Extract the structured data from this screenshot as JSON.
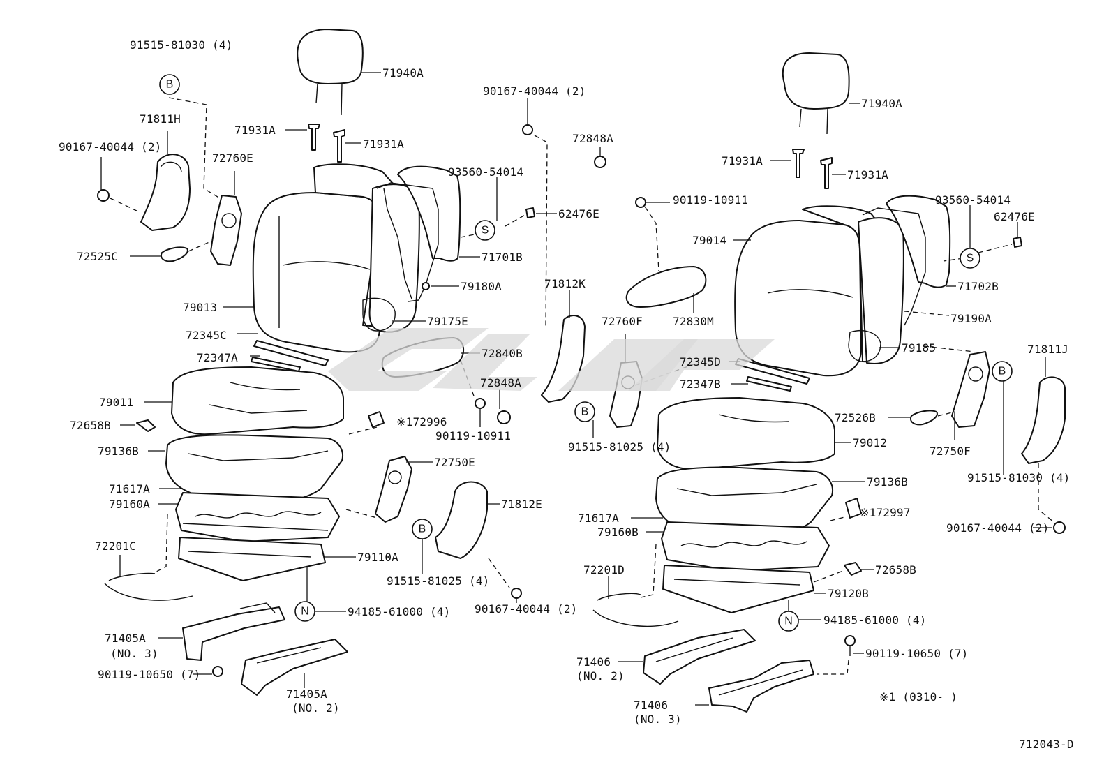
{
  "diagram_id": "712043-D",
  "date_note": {
    "symbol": "※1",
    "range": "(0310-        )"
  },
  "circle_markers": {
    "B": "B",
    "S": "S",
    "N": "N"
  },
  "labels": [
    {
      "id": "91515-81030-4-l",
      "text": "91515-81030 (4)"
    },
    {
      "id": "71811H",
      "text": "71811H"
    },
    {
      "id": "90167-40044-2-l",
      "text": "90167-40044 (2)"
    },
    {
      "id": "72760E",
      "text": "72760E"
    },
    {
      "id": "72525C",
      "text": "72525C"
    },
    {
      "id": "71940A-l",
      "text": "71940A"
    },
    {
      "id": "71931A-l1",
      "text": "71931A"
    },
    {
      "id": "71931A-l2",
      "text": "71931A"
    },
    {
      "id": "90167-40044-2-top",
      "text": "90167-40044 (2)"
    },
    {
      "id": "93560-54014-l",
      "text": "93560-54014"
    },
    {
      "id": "62476E-l",
      "text": "62476E"
    },
    {
      "id": "71701B",
      "text": "71701B"
    },
    {
      "id": "79180A",
      "text": "79180A"
    },
    {
      "id": "79013",
      "text": "79013"
    },
    {
      "id": "79175E",
      "text": "79175E"
    },
    {
      "id": "72345C",
      "text": "72345C"
    },
    {
      "id": "72347A",
      "text": "72347A"
    },
    {
      "id": "79011",
      "text": "79011"
    },
    {
      "id": "72658B-l",
      "text": "72658B"
    },
    {
      "id": "79136B-l",
      "text": "79136B"
    },
    {
      "id": "71617A-l",
      "text": "71617A"
    },
    {
      "id": "79160A",
      "text": "79160A"
    },
    {
      "id": "72201C",
      "text": "72201C"
    },
    {
      "id": "79110A",
      "text": "79110A"
    },
    {
      "id": "94185-61000-4-l",
      "text": "94185-61000 (4)"
    },
    {
      "id": "71405A-no3",
      "text": "71405A"
    },
    {
      "id": "no3-l",
      "text": "(NO. 3)"
    },
    {
      "id": "90119-10650-7-l",
      "text": "90119-10650 (7)"
    },
    {
      "id": "71405A-no2",
      "text": "71405A"
    },
    {
      "id": "no2-l",
      "text": "(NO. 2)"
    },
    {
      "id": "72840B",
      "text": "72840B"
    },
    {
      "id": "72848A-low",
      "text": "72848A"
    },
    {
      "id": "172996",
      "text": "※172996"
    },
    {
      "id": "90119-10911-low",
      "text": "90119-10911"
    },
    {
      "id": "72750E",
      "text": "72750E"
    },
    {
      "id": "71812E",
      "text": "71812E"
    },
    {
      "id": "91515-81025-4-c",
      "text": "91515-81025 (4)"
    },
    {
      "id": "90167-40044-2-bottom",
      "text": "90167-40044 (2)"
    },
    {
      "id": "71812K",
      "text": "71812K"
    },
    {
      "id": "72848A-top",
      "text": "72848A"
    },
    {
      "id": "90119-10911-top",
      "text": "90119-10911"
    },
    {
      "id": "72760F",
      "text": "72760F"
    },
    {
      "id": "72830M",
      "text": "72830M"
    },
    {
      "id": "91515-81025-4-r",
      "text": "91515-81025 (4)"
    },
    {
      "id": "71940A-r",
      "text": "71940A"
    },
    {
      "id": "71931A-r1",
      "text": "71931A"
    },
    {
      "id": "71931A-r2",
      "text": "71931A"
    },
    {
      "id": "93560-54014-r",
      "text": "93560-54014"
    },
    {
      "id": "62476E-r",
      "text": "62476E"
    },
    {
      "id": "79014",
      "text": "79014"
    },
    {
      "id": "71702B",
      "text": "71702B"
    },
    {
      "id": "79190A",
      "text": "79190A"
    },
    {
      "id": "79185",
      "text": "79185"
    },
    {
      "id": "72345D",
      "text": "72345D"
    },
    {
      "id": "72347B",
      "text": "72347B"
    },
    {
      "id": "71811J",
      "text": "71811J"
    },
    {
      "id": "72526B",
      "text": "72526B"
    },
    {
      "id": "79012",
      "text": "79012"
    },
    {
      "id": "72750F",
      "text": "72750F"
    },
    {
      "id": "79136B-r",
      "text": "79136B"
    },
    {
      "id": "91515-81030-4-r",
      "text": "91515-81030 (4)"
    },
    {
      "id": "172997",
      "text": "※172997"
    },
    {
      "id": "71617A-r",
      "text": "71617A"
    },
    {
      "id": "79160B",
      "text": "79160B"
    },
    {
      "id": "90167-40044-2-r",
      "text": "90167-40044 (2)"
    },
    {
      "id": "72201D",
      "text": "72201D"
    },
    {
      "id": "72658B-r",
      "text": "72658B"
    },
    {
      "id": "79120B",
      "text": "79120B"
    },
    {
      "id": "94185-61000-4-r",
      "text": "94185-61000 (4)"
    },
    {
      "id": "71406-no2",
      "text": "71406"
    },
    {
      "id": "no2-r",
      "text": "(NO. 2)"
    },
    {
      "id": "90119-10650-7-r",
      "text": "90119-10650 (7)"
    },
    {
      "id": "71406-no3",
      "text": "71406"
    },
    {
      "id": "no3-r",
      "text": "(NO. 3)"
    }
  ]
}
